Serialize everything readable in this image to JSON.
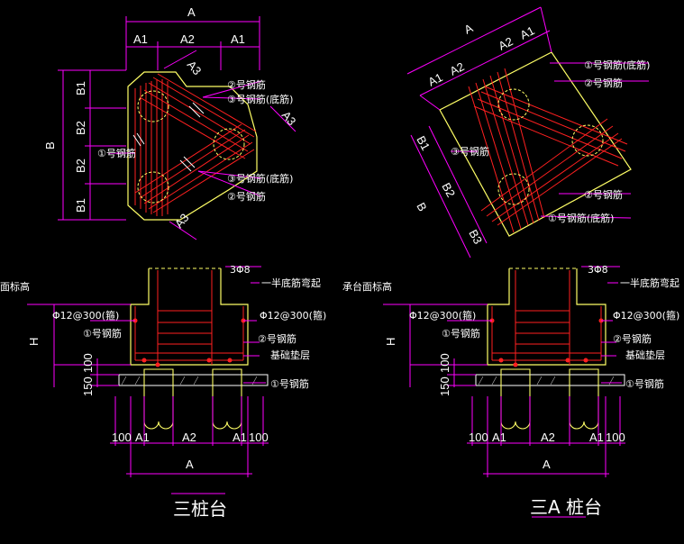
{
  "plan_left": {
    "dim_top_total": "A",
    "dim_top_a1_left": "A1",
    "dim_top_a2": "A2",
    "dim_top_a1_right": "A1",
    "dim_a3_top": "A3",
    "dim_a3_right": "A3",
    "dim_a3_bottom": "A3",
    "dim_left_total": "B",
    "dim_b1_top": "B1",
    "dim_b2_upper": "B2",
    "dim_b2_lower": "B2",
    "dim_b1_bottom": "B1",
    "note_rebar2_top": "②号钢筋",
    "note_rebar3_top": "③号钢筋(底筋)",
    "note_rebar1": "①号钢筋",
    "note_rebar3_bottom": "③号钢筋(底筋)",
    "note_rebar2_bottom": "②号钢筋"
  },
  "plan_right": {
    "dim_a_total": "A",
    "dim_a1_left": "A1",
    "dim_a2_left": "A2",
    "dim_a2_right": "A2",
    "dim_a1_right": "A1",
    "dim_b_total": "B",
    "dim_b1": "B1",
    "dim_b2": "B2",
    "dim_b3": "B3",
    "note_rebar1_top": "①号钢筋(底筋)",
    "note_rebar2_top": "②号钢筋",
    "note_rebar3": "③号钢筋",
    "note_rebar2_bottom": "②号钢筋",
    "note_rebar1_bottom": "①号钢筋(底筋)"
  },
  "section_left": {
    "top_note": "3Φ8",
    "bend_note": "一半底筋弯起",
    "cap_top_label": "面标高",
    "stirrup_left": "Φ12@300(箍)",
    "stirrup_right": "Φ12@300(箍)",
    "rebar1_left": "①号钢筋",
    "rebar2_right": "②号钢筋",
    "cushion": "基础垫层",
    "rebar1_right": "①号钢筋",
    "dim_h": "H",
    "dim_100": "100",
    "dim_150": "150",
    "bottom_100_left": "100",
    "bottom_a1_left": "A1",
    "bottom_a2": "A2",
    "bottom_a1_right": "A1",
    "bottom_100_right": "100",
    "bottom_total": "A",
    "title": "三桩台"
  },
  "section_right": {
    "top_note": "3Φ8",
    "bend_note": "一半底筋弯起",
    "cap_top_label": "承台面标高",
    "stirrup_left": "Φ12@300(箍)",
    "stirrup_right": "Φ12@300(箍)",
    "rebar1_left": "①号钢筋",
    "rebar2_right": "②号钢筋",
    "cushion": "基础垫层",
    "rebar1_right": "①号钢筋",
    "dim_h": "H",
    "dim_100": "100",
    "dim_150": "150",
    "bottom_100_left": "100",
    "bottom_a1_left": "A1",
    "bottom_a2": "A2",
    "bottom_a1_right": "A1",
    "bottom_100_right": "100",
    "bottom_total": "A",
    "title": "三A 桩台"
  },
  "colors": {
    "background": "#000000",
    "dimension_lines": "#ff00ff",
    "outline": "#ffff66",
    "rebar": "#ff2020",
    "text": "#ffffff",
    "leader": "#ff00ff",
    "pile": "#ffff66"
  }
}
